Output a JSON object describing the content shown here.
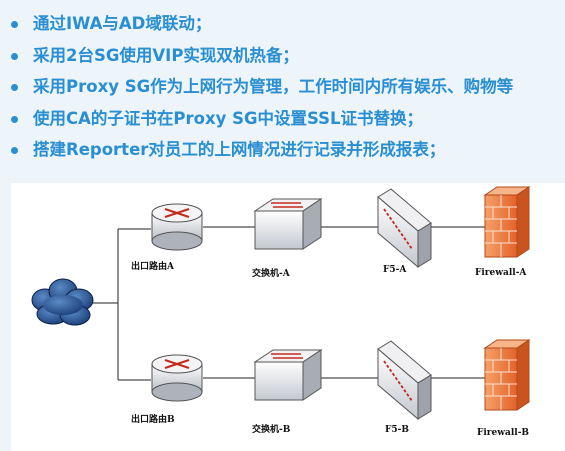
{
  "bullets": [
    "通过IWA与AD域联动；",
    "采用2台SG使用VIP实现双机热备；",
    "采用Proxy SG作为上网行为管理，工作时间内所有娱乐、购物等",
    "使用CA的子证书在Proxy SG中设置SSL证书替换；",
    "搭建Reporter对员工的上网情况进行记录并形成报表；"
  ],
  "devices": {
    "router_a": "出口路由A",
    "switch_a": "交换机-A",
    "f5_a": "F5-A",
    "firewall_a": "Firewall-A",
    "router_b": "出口路由B",
    "switch_b": "交换机-B",
    "f5_b": "F5-B",
    "firewall_b": "Firewall-B"
  },
  "colors": {
    "accent": "#2a8fd2",
    "page_bg": "#edf4fa",
    "firewall": "#f07f3a",
    "arrow": "#c42a1c"
  }
}
